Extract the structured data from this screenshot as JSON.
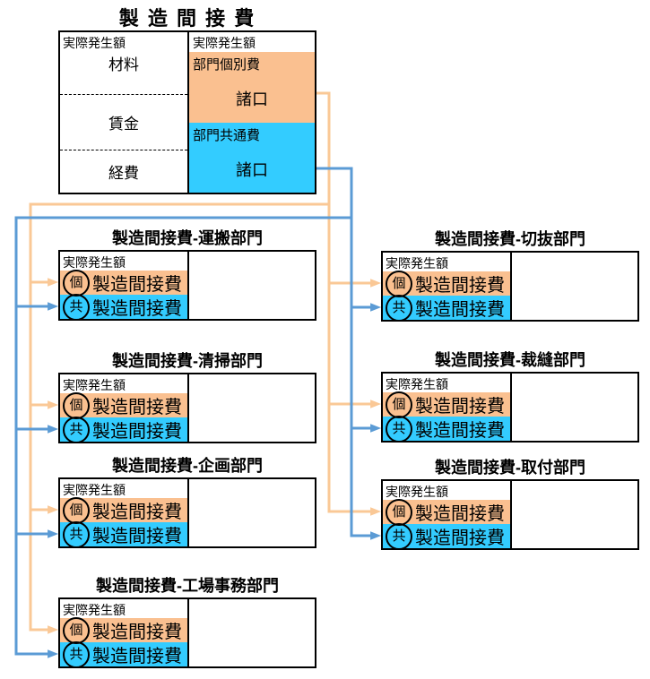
{
  "page_title": "製 造 間 接 費",
  "source_account": {
    "debit": {
      "header": "実際発生額",
      "items": [
        "材料",
        "賃金",
        "経費"
      ]
    },
    "credit": {
      "header": "実際発生額",
      "individual": {
        "label": "部門個別費",
        "value": "諸口"
      },
      "common": {
        "label": "部門共通費",
        "value": "諸口"
      }
    }
  },
  "department_row": {
    "header": "実際発生額",
    "individual_badge": "個",
    "individual_text": "製造間接費",
    "common_badge": "共",
    "common_text": "製造間接費"
  },
  "departments": [
    {
      "title": "製造間接費-運搬部門"
    },
    {
      "title": "製造間接費-清掃部門"
    },
    {
      "title": "製造間接費-企画部門"
    },
    {
      "title": "製造間接費-工場事務部門"
    },
    {
      "title": "製造間接費-切抜部門"
    },
    {
      "title": "製造間接費-裁縫部門"
    },
    {
      "title": "製造間接費-取付部門"
    }
  ],
  "colors": {
    "individual_fill": "#FAC090",
    "common_fill": "#33CCFF",
    "individual_line": "#FAC896",
    "common_line": "#5B9BD5"
  }
}
